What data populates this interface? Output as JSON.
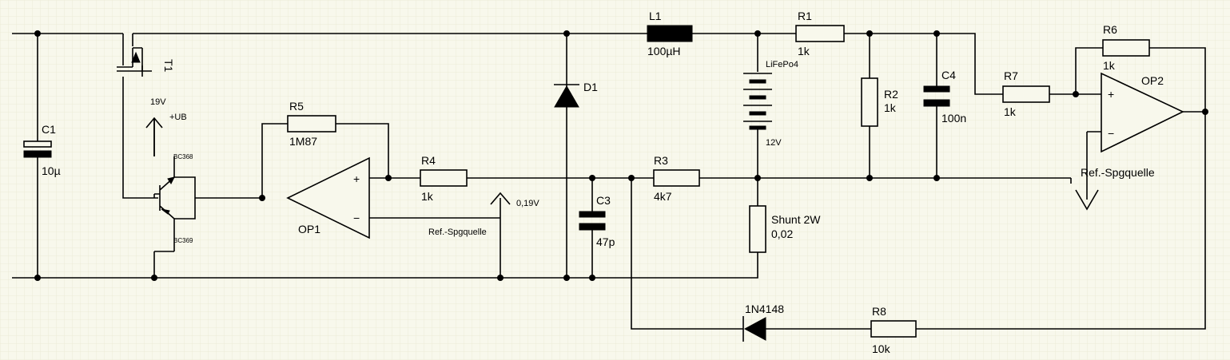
{
  "components": {
    "C1": {
      "name": "C1",
      "value": "10µ"
    },
    "T1": {
      "name": "T1"
    },
    "Q_top": {
      "part": "BC368"
    },
    "Q_bot": {
      "part": "BC369"
    },
    "supply": {
      "voltage": "19V",
      "label": "+UB"
    },
    "R5": {
      "name": "R5",
      "value": "1M87"
    },
    "OP1": {
      "name": "OP1",
      "plus": "+",
      "minus": "−"
    },
    "R4": {
      "name": "R4",
      "value": "1k"
    },
    "ref1": {
      "voltage": "0,19V",
      "label": "Ref.-Spgquelle"
    },
    "D1": {
      "name": "D1"
    },
    "C3": {
      "name": "C3",
      "value": "47p"
    },
    "L1": {
      "name": "L1",
      "value": "100µH"
    },
    "R3": {
      "name": "R3",
      "value": "4k7"
    },
    "battery": {
      "type": "LiFePo4",
      "voltage": "12V"
    },
    "shunt": {
      "name": "Shunt 2W",
      "value": "0,02"
    },
    "R1": {
      "name": "R1",
      "value": "1k"
    },
    "R2": {
      "name": "R2",
      "value": "1k"
    },
    "C4": {
      "name": "C4",
      "value": "100n"
    },
    "R7": {
      "name": "R7",
      "value": "1k"
    },
    "R6": {
      "name": "R6",
      "value": "1k"
    },
    "OP2": {
      "name": "OP2",
      "plus": "+",
      "minus": "−"
    },
    "ref2": {
      "label": "Ref.-Spgquelle"
    },
    "D2": {
      "name": "1N4148"
    },
    "R8": {
      "name": "R8",
      "value": "10k"
    }
  },
  "colors": {
    "background": "#f8f8ec",
    "grid": "#ecebd7",
    "wire": "#000000"
  }
}
